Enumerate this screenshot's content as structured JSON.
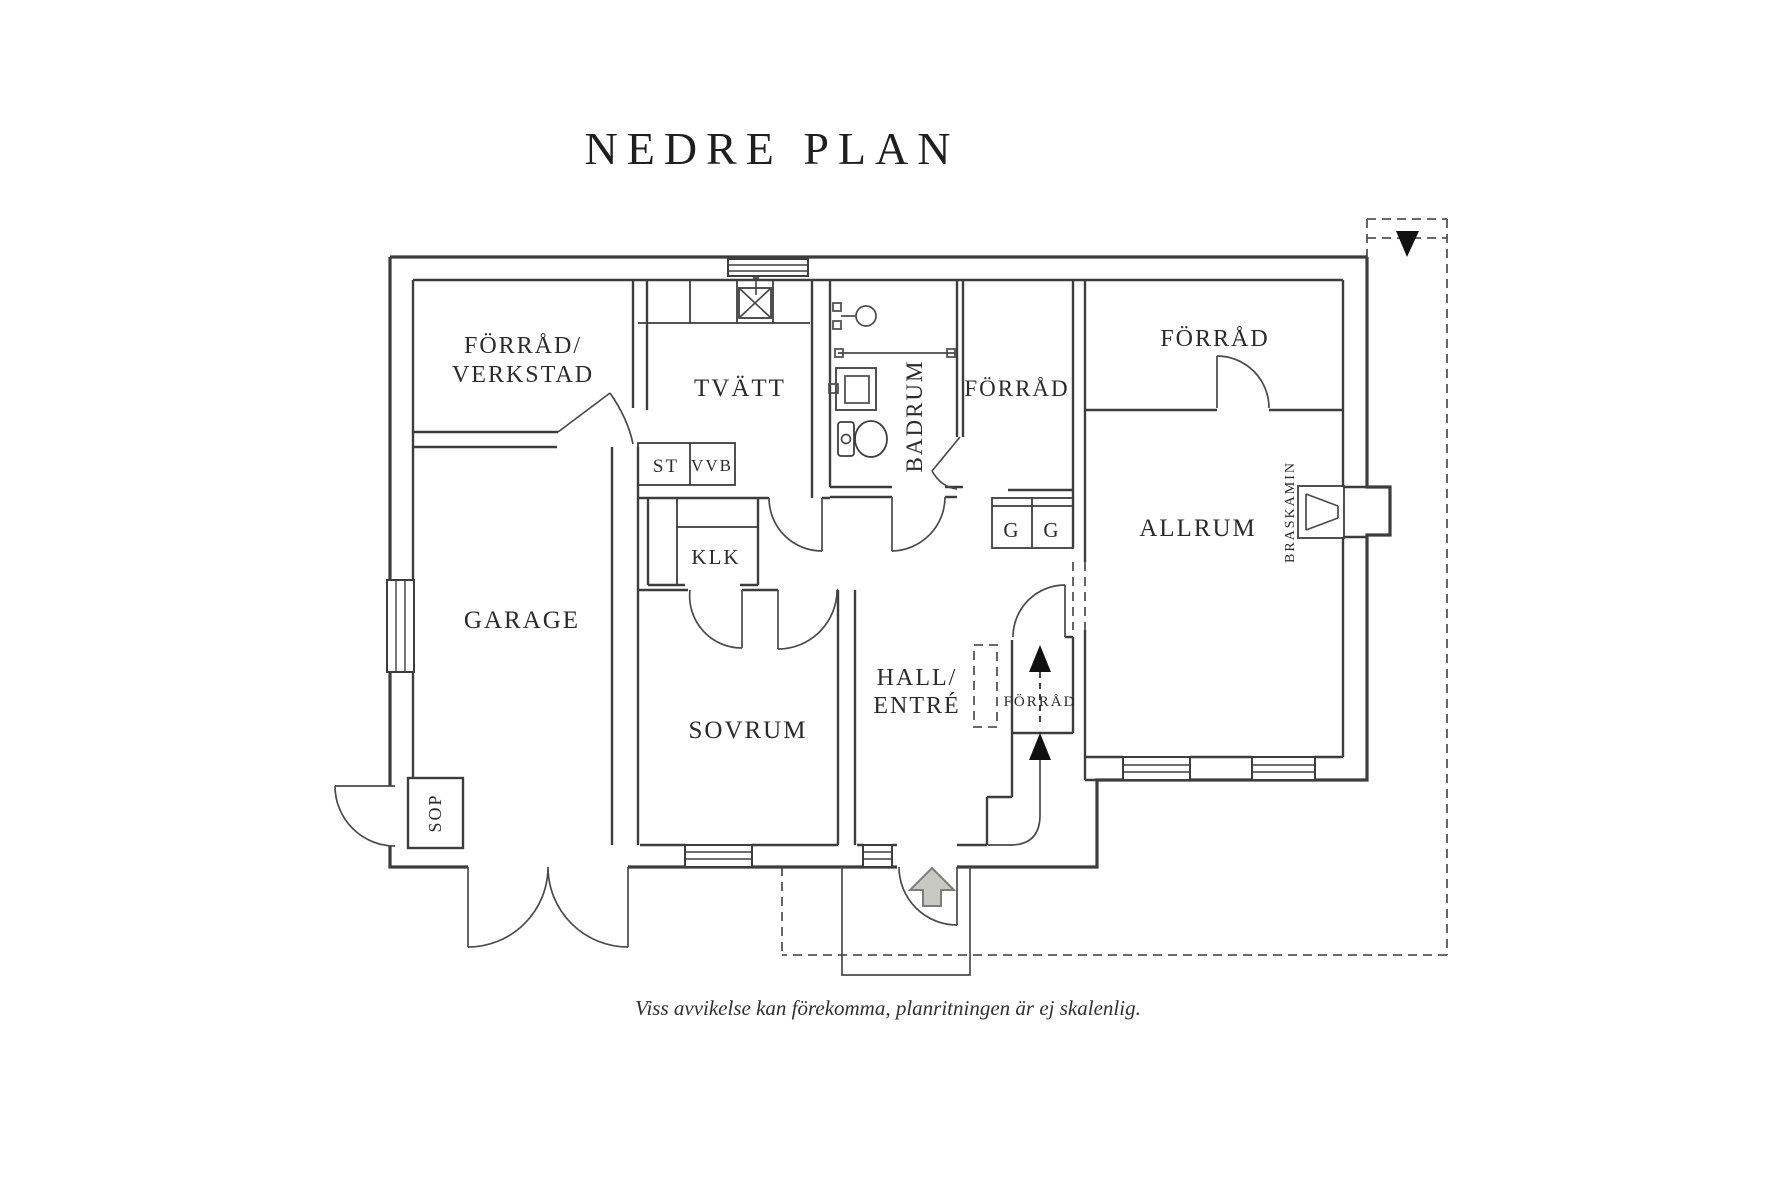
{
  "title": "NEDRE PLAN",
  "disclaimer": "Viss avvikelse kan förekomma, planritningen är ej skalenlig.",
  "rooms": {
    "forrad_verkstad": {
      "line1": "FÖRRÅD/",
      "line2": "VERKSTAD"
    },
    "tvatt": "TVÄTT",
    "badrum": "BADRUM",
    "forrad_mid": "FÖRRÅD",
    "forrad_top_right": "FÖRRÅD",
    "garage": "GARAGE",
    "klk": "KLK",
    "st": "ST",
    "vvb": "VVB",
    "garderob_left": "G",
    "garderob_right": "G",
    "allrum": "ALLRUM",
    "braskamin": "BRASKAMIN",
    "sovrum": "SOVRUM",
    "hall": {
      "line1": "HALL/",
      "line2": "ENTRÉ"
    },
    "forrad_stairs": "FÖRRÅD",
    "sop": "SOP"
  },
  "icons": {
    "laundry_sink": "sink-with-cross-icon",
    "shower": "shower-head-icon",
    "washbasin": "washbasin-icon",
    "toilet": "toilet-icon",
    "fireplace": "fireplace-icon",
    "stairs_up": "stairs-up-arrow-icon",
    "upper_floor_arrow": "arrow-down-icon",
    "entry": "entry-arrow-icon",
    "window": "window-icon",
    "door": "door-arc-icon"
  },
  "colors": {
    "background": "#ffffff",
    "wall": "#3d3d3d",
    "text": "#2b2b2b",
    "dashed_outline": "#565656",
    "entry_arrow_fill": "#c9c9c4",
    "entry_arrow_stroke": "#7d7d78",
    "stairs_arrow": "#111111"
  }
}
